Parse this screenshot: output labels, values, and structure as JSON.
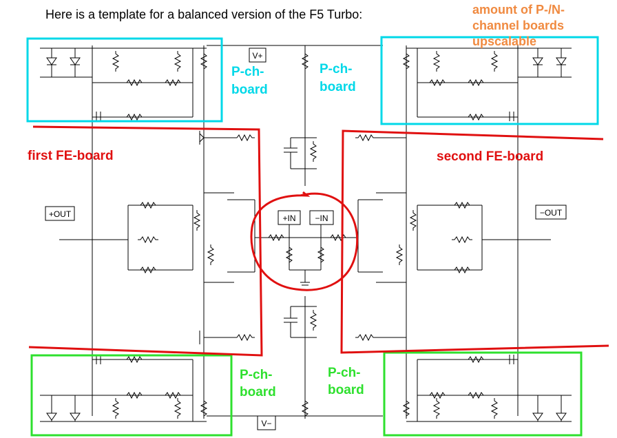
{
  "title": "Here is a template for a balanced version of the F5 Turbo:",
  "annotations": {
    "scalable_note": [
      "amount of P-/N-",
      "channel boards",
      "upscalable"
    ],
    "first_fe": "first FE-board",
    "second_fe": "second FE-board",
    "pch_top_left": [
      "P-ch-",
      "board"
    ],
    "pch_top_right": [
      "P-ch-",
      "board"
    ],
    "pch_bottom_left": [
      "P-ch-",
      "board"
    ],
    "pch_bottom_right": [
      "P-ch-",
      "board"
    ]
  },
  "ports": {
    "vplus": "V+",
    "vminus": "V−",
    "plus_out": "+OUT",
    "minus_out": "−OUT",
    "plus_in": "+IN",
    "minus_in": "−IN"
  },
  "colors": {
    "cyan": "#00d8e8",
    "green": "#2ee02e",
    "red": "#e01010",
    "orange": "#f08a40"
  }
}
